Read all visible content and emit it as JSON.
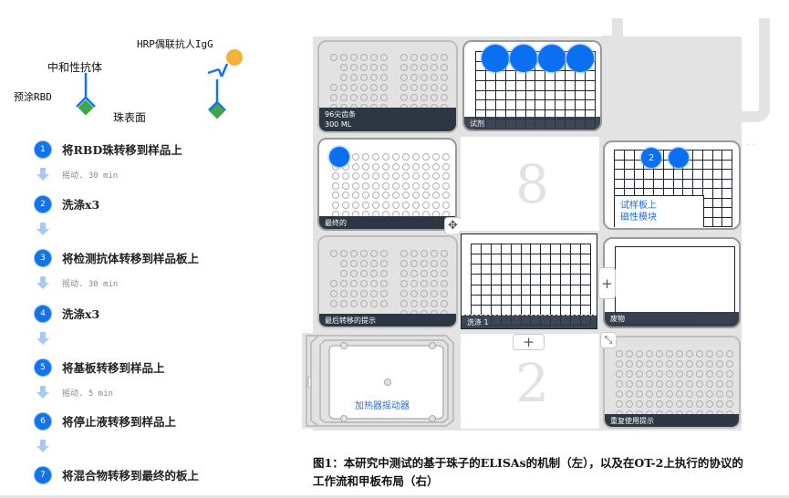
{
  "mechanism": {
    "labels": {
      "neutralizing_ab": "中和性抗体",
      "hrp_ab": "HRP偶联抗人IgG",
      "precoated_rbd": "预涂RBD",
      "bead_surface": "珠表面"
    },
    "colors": {
      "antibody": "#1273ea",
      "antigen": "#3fa64a",
      "hrp": "#f2b33d"
    }
  },
  "workflow": {
    "steps": [
      {
        "num": "1",
        "title": "将RBD珠转移到样品上",
        "after": "摇动. 30 min"
      },
      {
        "num": "2",
        "title": "洗涤x3",
        "after": ""
      },
      {
        "num": "3",
        "title": "将检测抗体转移到样品板上",
        "after": "摇动. 30 min"
      },
      {
        "num": "4",
        "title": "洗涤x3",
        "after": ""
      },
      {
        "num": "5",
        "title": "将基板转移到样品上",
        "after": "摇动. 5 min"
      },
      {
        "num": "6",
        "title": "将停止液转移到样品上",
        "after": ""
      },
      {
        "num": "7",
        "title": "将混合物转移到最终的板上",
        "after": ""
      }
    ]
  },
  "deck": {
    "slots": {
      "s10": {
        "label_line1": "96尖齿条",
        "label_line2": "300 ML"
      },
      "s11": {
        "label": "试剂"
      },
      "s7": {
        "label": "最终的"
      },
      "s8": {
        "number": "8"
      },
      "s9": {
        "label_line1": "试样板上",
        "label_line2": "磁性模块",
        "tip_badge": "2"
      },
      "s4": {
        "label": "最后转移的提示"
      },
      "s5": {
        "label": "洗涤 1"
      },
      "s6": {
        "label": "废物"
      },
      "s1": {
        "label": "加热器摇动器"
      },
      "s2": {
        "number": "2"
      },
      "s3": {
        "label": "重复使用提示"
      }
    },
    "controls": {
      "plus": "+",
      "move": "✥",
      "expand": "⤡"
    }
  },
  "caption": "图1：本研究中测试的基于珠子的ELISAs的机制（左），以及在OT-2上执行的协议的工作流和甲板布局（右）"
}
